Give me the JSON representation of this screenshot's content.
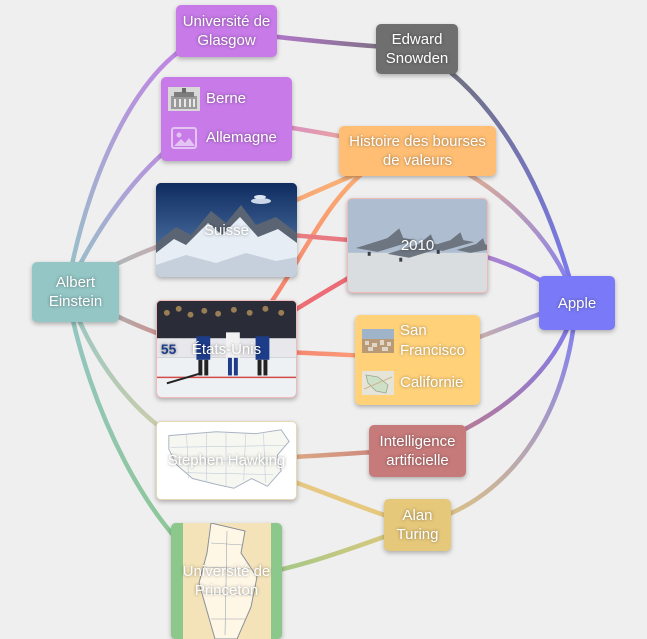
{
  "nodes": {
    "glasgow": {
      "label": "Université de Glasgow",
      "color": "#c77ae8"
    },
    "snowden": {
      "label": "Edward Snowden",
      "color": "#6f6f6f"
    },
    "berne_allemagne": {
      "color": "#c77ae8",
      "items": [
        {
          "label": "Berne",
          "thumb": "berne-photo-thumbnail"
        },
        {
          "label": "Allemagne",
          "thumb": "image-placeholder-icon"
        }
      ]
    },
    "bourses": {
      "label": "Histoire des bourses de valeurs",
      "color": "#ffbe73"
    },
    "suisse": {
      "label": "Suisse",
      "image": "mountain-photo"
    },
    "y2010": {
      "label": "2010",
      "image": "fighter-jets-photo"
    },
    "einstein": {
      "label": "Albert Einstein",
      "color": "#94c6c6"
    },
    "apple": {
      "label": "Apple",
      "color": "#7a7af8"
    },
    "etats_unis": {
      "label": "États-Unis",
      "image": "hockey-photo"
    },
    "sf_cal": {
      "color": "#ffd27a",
      "items": [
        {
          "label": "San Francisco",
          "thumb": "city-photo-thumbnail"
        },
        {
          "label": "Californie",
          "thumb": "map-thumbnail"
        }
      ]
    },
    "ia": {
      "label": "Intelligence artificielle",
      "color": "#c77a7a"
    },
    "hawking": {
      "label": "Stephen Hawking",
      "image": "us-map"
    },
    "turing": {
      "label": "Alan Turing",
      "color": "#e6c87a"
    },
    "princeton": {
      "label": "Université de Princeton",
      "image": "new-jersey-map",
      "color": "#8cc78c"
    }
  }
}
